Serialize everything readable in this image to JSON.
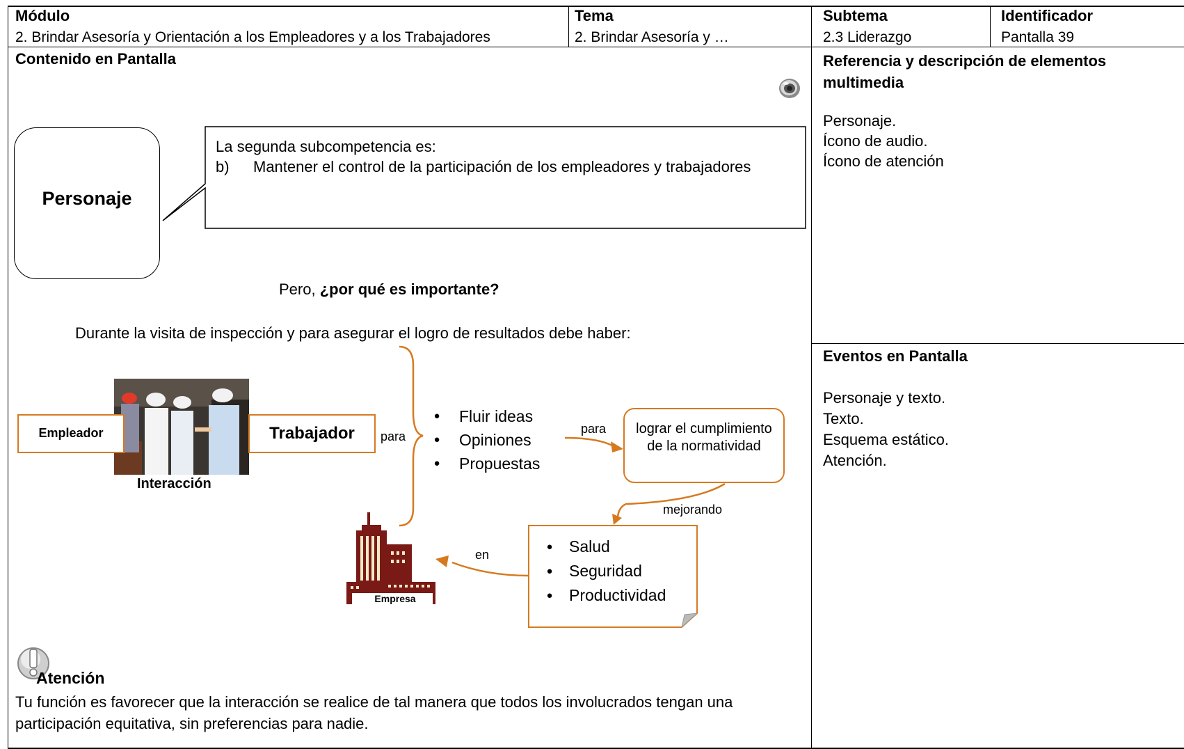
{
  "header": {
    "modulo_label": "Módulo",
    "modulo_value": "2. Brindar Asesoría y Orientación a los Empleadores y a los Trabajadores",
    "tema_label": "Tema",
    "tema_value": "2. Brindar Asesoría y …",
    "subtema_label": "Subtema",
    "subtema_value": "2.3 Liderazgo",
    "identificador_label": "Identificador",
    "identificador_value": "Pantalla 39"
  },
  "content": {
    "heading": "Contenido en Pantalla",
    "character_label": "Personaje",
    "bubble_intro": "La segunda subcompetencia es:",
    "bubble_item_marker": "b)",
    "bubble_item_text": "Mantener el control de la participación de los empleadores y trabajadores",
    "question_prefix": "Pero, ",
    "question_bold": "¿por qué es importante?",
    "intro_line": "Durante la visita de inspección y para asegurar el logro de resultados debe haber:",
    "diagram": {
      "empleador": "Empleador",
      "trabajador": "Trabajador",
      "interaccion": "Interacción",
      "para1": "para",
      "ideas": [
        "Fluir ideas",
        "Opiniones",
        "Propuestas"
      ],
      "para2": "para",
      "goal": "lograr el cumplimiento de la normatividad",
      "mejorando": "mejorando",
      "benefits": [
        "Salud",
        "Seguridad",
        "Productividad"
      ],
      "en": "en",
      "empresa": "Empresa"
    },
    "attention_title": "Atención",
    "attention_text": "Tu función es favorecer que la interacción se realice de tal manera que todos los involucrados tengan una participación equitativa, sin preferencias para nadie."
  },
  "multimedia": {
    "heading": "Referencia y descripción de elementos multimedia",
    "items": [
      "Personaje.",
      "Ícono de audio.",
      "Ícono de atención"
    ]
  },
  "events": {
    "heading": "Eventos en Pantalla",
    "items": [
      "Personaje y texto.",
      "Texto.",
      "Esquema estático.",
      "Atención."
    ]
  },
  "colors": {
    "accent": "#d67a20",
    "building": "#7a1a16"
  }
}
